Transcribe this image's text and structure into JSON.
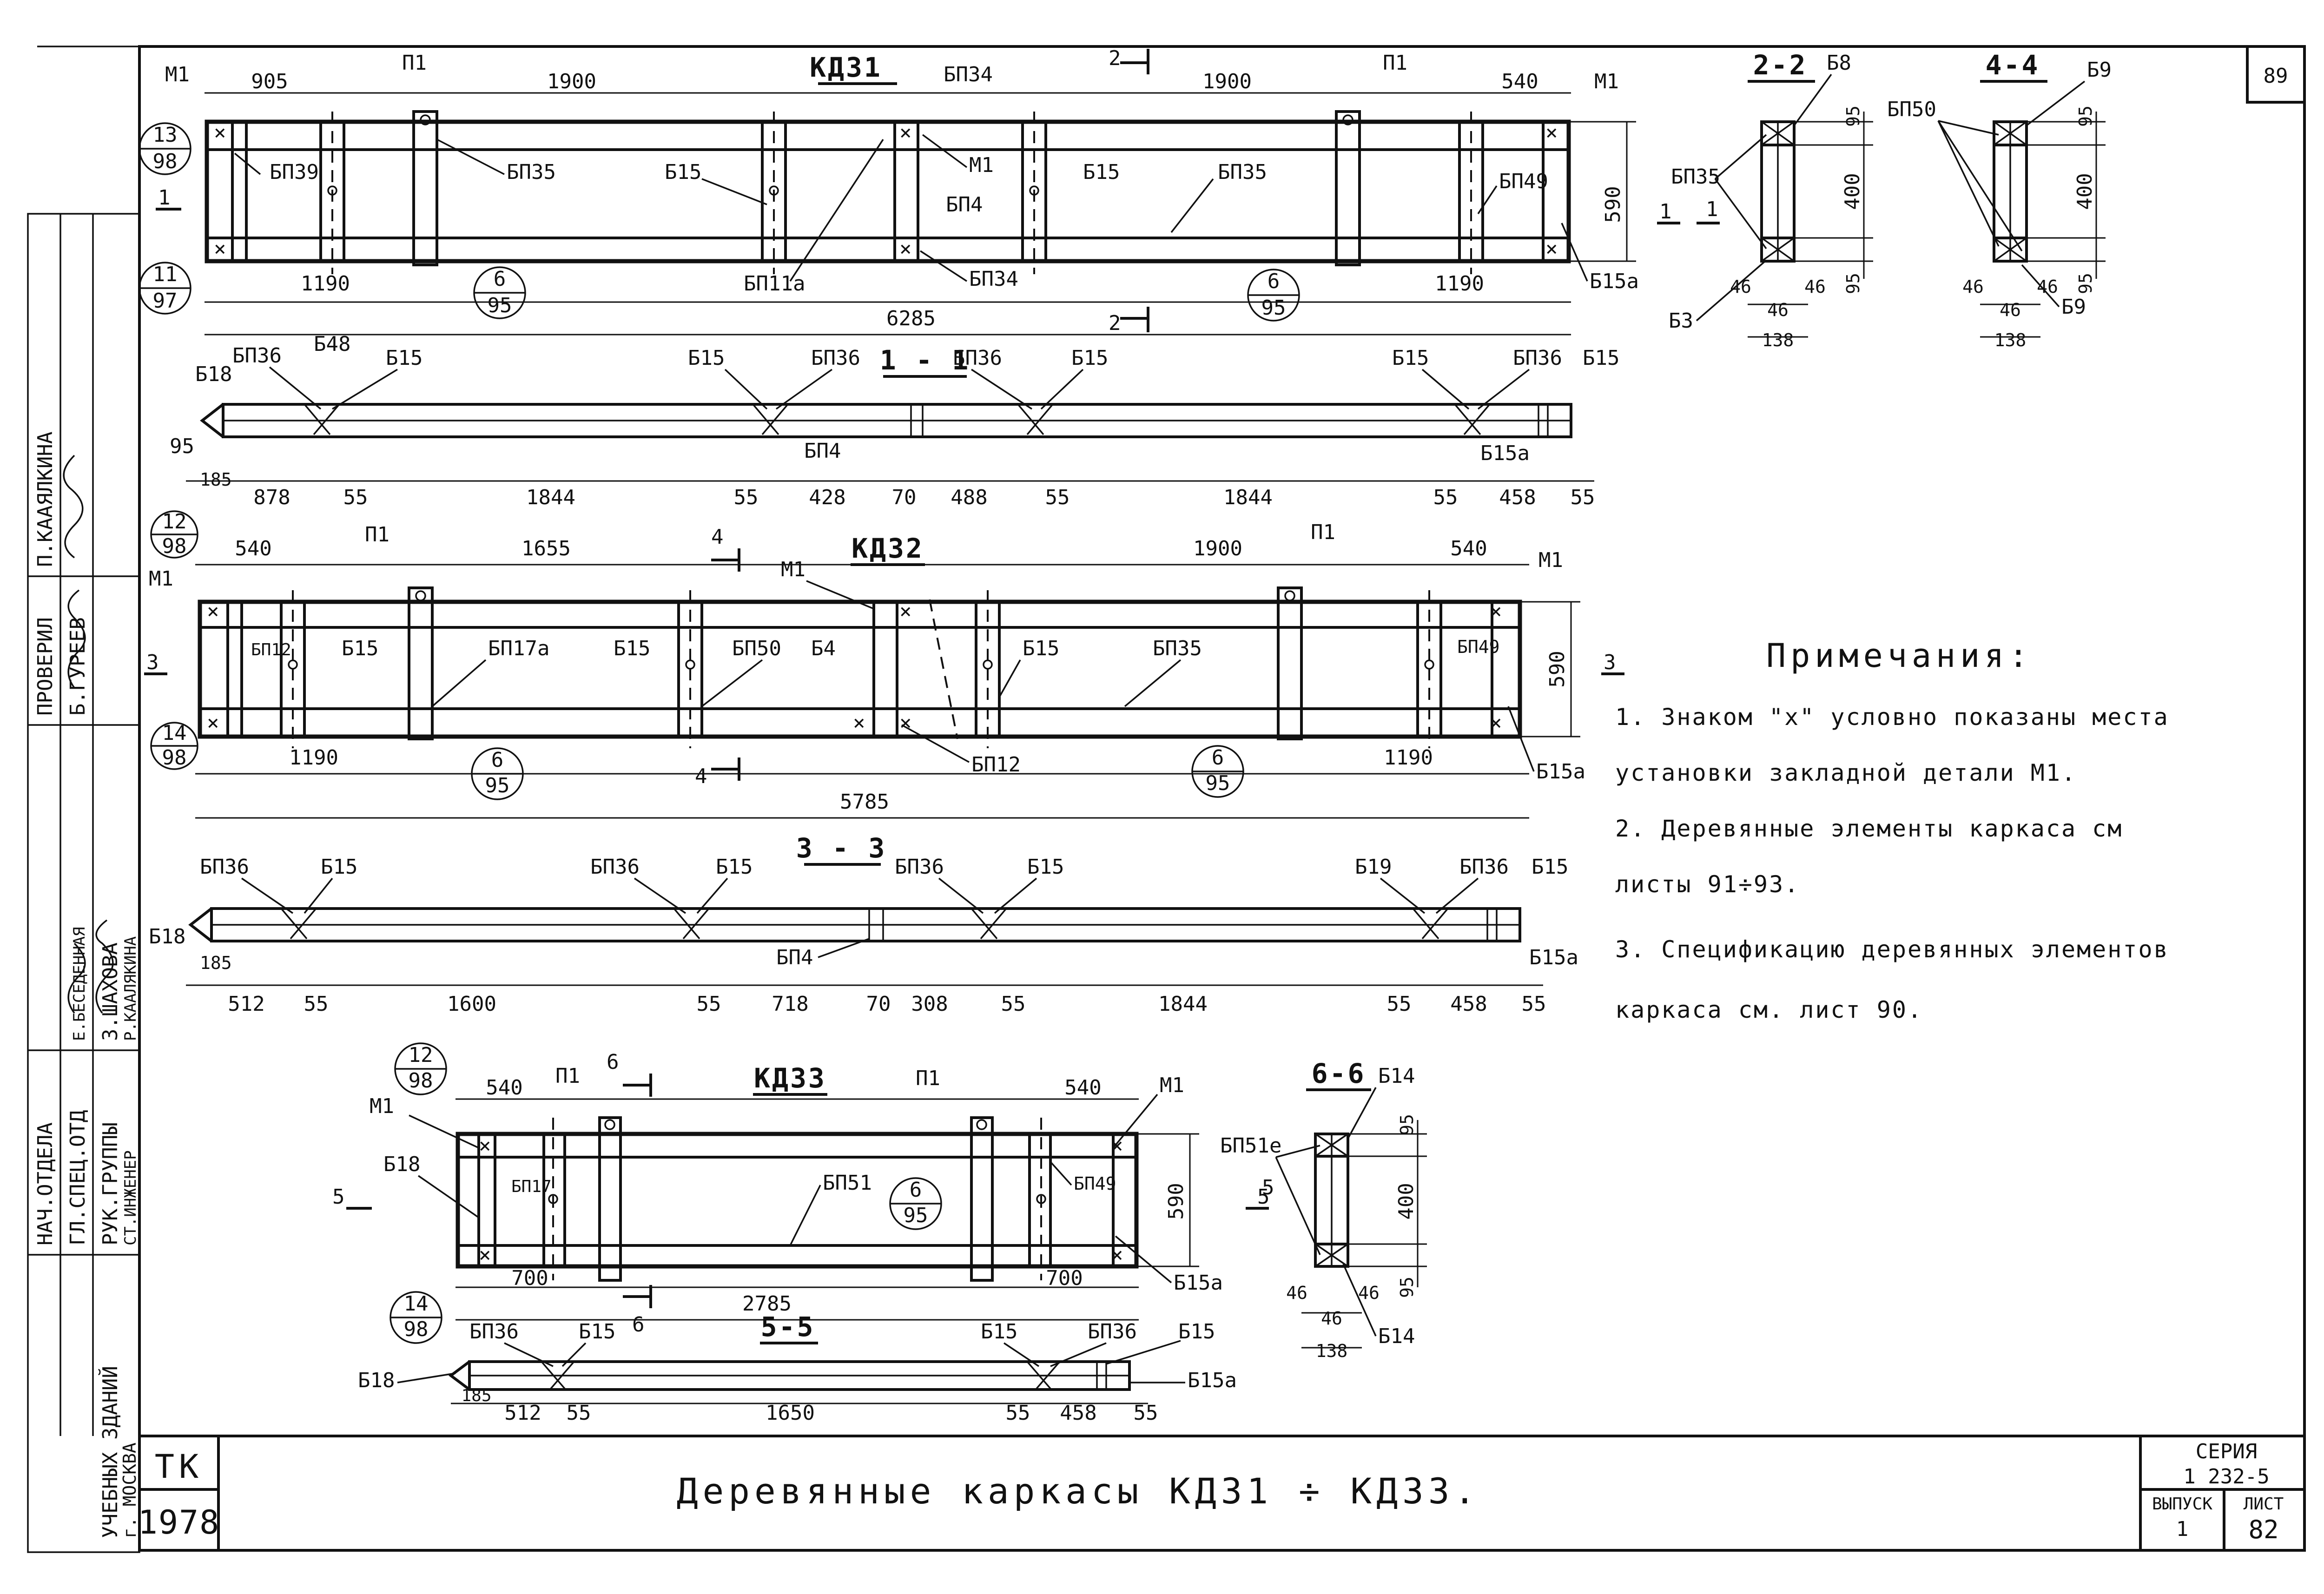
{
  "sheet_number_corner": "89",
  "stamp": {
    "org_code": "ТК",
    "year": "1978",
    "title_block": "Деревянные каркасы КД31 ÷ КД33.",
    "series_label": "СЕРИЯ",
    "series_value": "1 232-5",
    "issue_label": "ВЫПУСК",
    "issue_value": "1",
    "sheet_label": "ЛИСТ",
    "sheet_value": "82"
  },
  "left_strip": {
    "roles": [
      "НАЧ.ОТДЕЛА",
      "ГЛ.СПЕЦ.ОТД",
      "РУК.ГРУППЫ",
      "СТ.ИНЖЕНЕР",
      "ПРОВЕРИЛ"
    ],
    "names": [
      "Б.ГУРЕЕВ",
      "З.ШАХОВА",
      "Р.КААЛЯКИНА",
      "Е.БЕСЕДЕННАЯ",
      "П.КААЯЛКИНА"
    ],
    "project": "УЧЕБНЫХ ЗДАНИЙ",
    "city": "г. МОСКВА"
  },
  "notes": {
    "heading": "Примечания:",
    "items": [
      "1. Знаком \"х\" условно показаны места",
      "установки закладной детали М1.",
      "2. Деревянные элементы каркаса см",
      "листы 91÷93.",
      "3. Спецификацию деревянных элементов",
      "каркаса см. лист 90."
    ]
  },
  "kd31": {
    "title": "КД31",
    "dims_top": [
      "905",
      "1900",
      "1900",
      "540"
    ],
    "dims_bottom": [
      "1190",
      "1190"
    ],
    "overall": "6285",
    "height": "590",
    "callouts": [
      "М1",
      "П1",
      "П1",
      "М1",
      "БП34",
      "БП39",
      "БП35",
      "Б15",
      "М1",
      "БП4",
      "Б15",
      "БП35",
      "БП49",
      "БП11а",
      "БП34",
      "Б15а"
    ],
    "bubbles": [
      {
        "top": "13",
        "bottom": "98"
      },
      {
        "top": "11",
        "bottom": "97"
      },
      {
        "top": "6",
        "bottom": "95"
      },
      {
        "top": "6",
        "bottom": "95"
      }
    ],
    "section_marks": [
      "2",
      "2",
      "1",
      "1"
    ]
  },
  "sec11": {
    "title": "1 - 1",
    "labels": [
      "БП36",
      "Б48",
      "Б15",
      "Б15",
      "БП36",
      "БП36",
      "Б15",
      "Б15",
      "БП36",
      "Б15",
      "Б18",
      "БП4",
      "Б15а"
    ],
    "dims": [
      "878",
      "55",
      "1844",
      "55",
      "428",
      "70",
      "488",
      "55",
      "1844",
      "55",
      "458",
      "55"
    ],
    "left_dims": [
      "95",
      "185"
    ]
  },
  "kd32": {
    "title": "КД32",
    "dims_top": [
      "540",
      "1655",
      "1900",
      "540"
    ],
    "dims_bottom": [
      "1190",
      "1190"
    ],
    "overall": "5785",
    "height": "590",
    "callouts": [
      "М1",
      "П1",
      "М1",
      "П1",
      "М1",
      "БП12",
      "Б15",
      "БП17а",
      "Б15",
      "БП50",
      "Б4",
      "Б15",
      "БП35",
      "БП49",
      "БП12",
      "Б15а"
    ],
    "bubbles": [
      {
        "top": "12",
        "bottom": "98"
      },
      {
        "top": "14",
        "bottom": "98"
      },
      {
        "top": "6",
        "bottom": "95"
      },
      {
        "top": "6",
        "bottom": "95"
      }
    ],
    "section_marks": [
      "4",
      "4",
      "3",
      "3"
    ]
  },
  "sec33": {
    "title": "3 - 3",
    "labels": [
      "БП36",
      "Б15",
      "БП36",
      "Б15",
      "БП36",
      "Б15",
      "Б19",
      "БП36",
      "Б15",
      "Б18",
      "БП4",
      "Б15а"
    ],
    "dims": [
      "512",
      "55",
      "1600",
      "55",
      "718",
      "70",
      "308",
      "55",
      "1844",
      "55",
      "458",
      "55"
    ],
    "left_dims": [
      "185"
    ]
  },
  "kd33": {
    "title": "КД33",
    "dims_top": [
      "540",
      "540"
    ],
    "dims_bottom": [
      "700",
      "700"
    ],
    "overall": "2785",
    "height": "590",
    "callouts": [
      "М1",
      "П1",
      "П1",
      "М1",
      "Б18",
      "БП17",
      "БП51",
      "БП49",
      "Б15а"
    ],
    "bubbles": [
      {
        "top": "12",
        "bottom": "98"
      },
      {
        "top": "14",
        "bottom": "98"
      },
      {
        "top": "6",
        "bottom": "95"
      }
    ],
    "section_marks": [
      "6",
      "6",
      "5",
      "5"
    ]
  },
  "sec55": {
    "title": "5-5",
    "labels": [
      "БП36",
      "Б15",
      "Б15",
      "БП36",
      "Б15",
      "Б18",
      "Б15а"
    ],
    "dims": [
      "185",
      "512",
      "55",
      "1650",
      "55",
      "458",
      "55"
    ]
  },
  "sec22": {
    "title": "2-2",
    "labels": [
      "Б8",
      "БП35",
      "Б3"
    ],
    "dims": [
      "95",
      "400",
      "95",
      "46",
      "46",
      "46",
      "138"
    ],
    "mark": "1"
  },
  "sec44": {
    "title": "4-4",
    "labels": [
      "Б9",
      "БП50",
      "Б9"
    ],
    "dims": [
      "95",
      "400",
      "95",
      "46",
      "46",
      "46",
      "138"
    ]
  },
  "sec66": {
    "title": "6-6",
    "labels": [
      "Б14",
      "БП51е",
      "Б14"
    ],
    "dims": [
      "95",
      "400",
      "95",
      "46",
      "46",
      "46",
      "138"
    ],
    "mark": "5"
  }
}
